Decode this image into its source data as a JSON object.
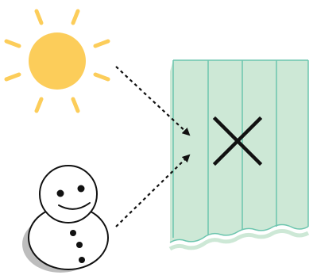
{
  "colors": {
    "sun": "#FCCD5A",
    "curtain_fill": "#CDE8D6",
    "curtain_line": "#6CC5AE",
    "cross": "#111111",
    "arrow": "#111111",
    "snowman_outline": "#111111",
    "snowman_shadow": "#BDBDBD"
  },
  "icons": {
    "sun": "sun-icon",
    "snowman": "snowman-icon",
    "curtain": "curtain-icon",
    "cross": "cross-icon"
  },
  "arrows": [
    {
      "from": "sun",
      "to": "curtain",
      "style": "dotted"
    },
    {
      "from": "snowman",
      "to": "curtain",
      "style": "dotted"
    }
  ]
}
